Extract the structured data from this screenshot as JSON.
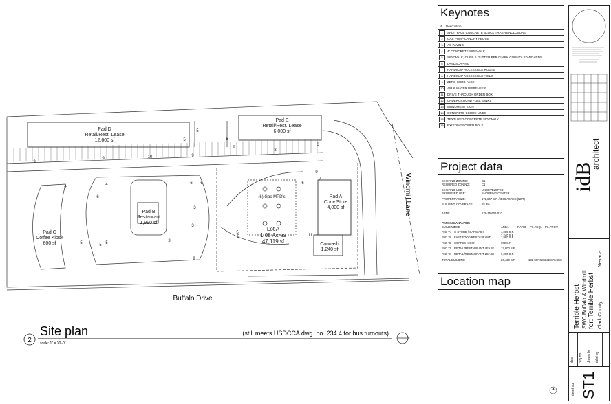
{
  "site_plan": {
    "title": "Site plan",
    "number": "2",
    "scale": "scale: 1\" = 30'-0\"",
    "note": "(still meets USDCCA dwg. no. 234.4 for bus turnouts)",
    "streets": {
      "bottom": "Buffalo Drive",
      "right": "Windmill Lane"
    },
    "pads": [
      {
        "name": "Pad D",
        "use": "Retail/Rest. Lease",
        "area": "12,600 sf"
      },
      {
        "name": "Pad E",
        "use": "Retail/Rest. Lease",
        "area": "6,000 sf"
      },
      {
        "name": "Pad B",
        "use": "Restaurant",
        "area": "1,990 sf"
      },
      {
        "name": "Pad C",
        "use": "Coffee Kiosk",
        "area": "600 sf"
      },
      {
        "name": "Pad A",
        "use": "Conv.Store",
        "area": "4,000 sf"
      },
      {
        "name": "Lot A",
        "use": "1.08 Acres",
        "area": "47,119 sf"
      },
      {
        "name": "Carwash",
        "use": "1,240 sf",
        "area": ""
      }
    ],
    "gas": "(6) Gas MPD's",
    "parking_counts": [
      "9",
      "10",
      "9",
      "9",
      "5",
      "5",
      "5",
      "9",
      "8",
      "6",
      "4",
      "6",
      "6",
      "3",
      "5",
      "3",
      "3",
      "5",
      "6",
      "9",
      "4",
      "5",
      "5",
      "5",
      "11",
      "6",
      "9",
      "7"
    ]
  },
  "keynotes": {
    "title": "Keynotes",
    "header": {
      "num": "#",
      "desc": "Description"
    },
    "items": [
      "SPLIT FACE CONCRETE BLOCK TRASH ENCLOSURE",
      "GAS PUMP CANOPY ABOVE",
      "AC PAVING",
      "4\" CONCRETE SIDEWALK",
      "SIDEWALK, CURB & GUTTER PER CLARK COUNTY STANDARDS",
      "LANDSCAPING",
      "HANDICAP ACCESSIBLE ROUTE",
      "HANDICAP ACCESSIBLE AISLE",
      "ZERO CURB FACE",
      "AIR & WATER DISPENSER",
      "DRIVE THROUGH ORDER BOX",
      "UNDERGROUND FUEL TANKS",
      "MONUMENT SIGN",
      "CONCRETE SCORE LINES",
      "TEXTURED CONCRETE SIDEWALK",
      "EXISTING POWER POLE"
    ]
  },
  "project_data": {
    "title": "Project data",
    "rows": [
      [
        "EXISTING ZONING:",
        "C1"
      ],
      [
        "REQUIRED ZONING:",
        "C1"
      ],
      [
        "EXISTING USE:",
        "UNDEVELOPED"
      ],
      [
        "PROPOSED USE:",
        "SHOPPING CENTER"
      ],
      [
        "PROPERTY SIZE:",
        "172,867 S.F. / 3.96 ACRES (NET)"
      ],
      [
        "BUILDING COVERAGE:",
        "15.3%"
      ],
      [
        "APN#:",
        "176-15-601-010"
      ]
    ],
    "parking_title": "PARKING ANALYSIS",
    "parking_header": [
      "BUILDING",
      "USE",
      "AREA",
      "RATIO",
      "PK.REQ.",
      "PK.PROV."
    ],
    "parking_rows": [
      [
        "PAD 'A'",
        "C-STORE / CARWASH",
        "4,000 S.F. / 1,240 S.F."
      ],
      [
        "PAD 'B'",
        "FAST FOOD RESTAURANT",
        "1,990 S.F."
      ],
      [
        "PAD 'C'",
        "COFFEE KIOSK",
        "600 S.F."
      ],
      [
        "PAD 'D'",
        "RETAIL/RESTAURANT LEASE",
        "12,600 S.F."
      ],
      [
        "PAD 'E'",
        "RETAIL/RESTAURANT LEASE",
        "6,000 S.F."
      ]
    ],
    "parking_total": [
      "TOTAL BUILDING",
      "26,430 S.F.",
      "132 SPACES",
      "132 SPACES"
    ]
  },
  "location_map": {
    "title": "Location map"
  },
  "title_block": {
    "firm_main": "idB",
    "firm_sub": "architect",
    "project": "Terrible Herbst",
    "location": "SWC Buffalo & Windmill",
    "for": "for: Terrible Herbst",
    "county": "Clark County",
    "state": "Nevada",
    "meta_labels": [
      "date",
      "proj no.",
      "drawn by",
      "chkd by"
    ],
    "sheet_label": "sheet no.",
    "sheet_no": "ST1"
  }
}
